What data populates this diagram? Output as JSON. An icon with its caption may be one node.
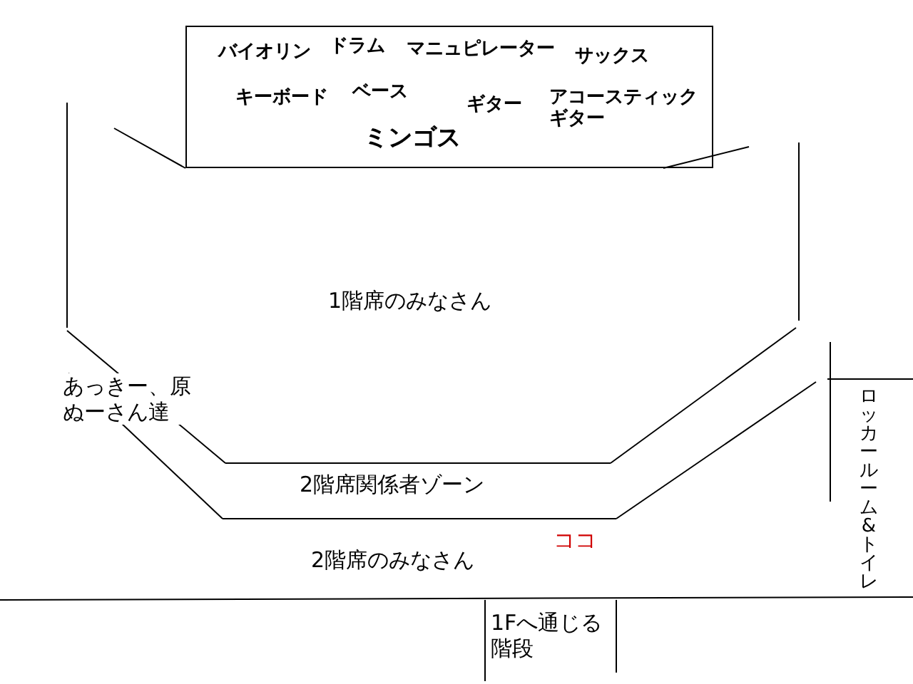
{
  "diagram": {
    "nodes": [
      {
        "text": [
          "バイオリン",
          "ドラム",
          "マニュピレーター",
          "サックス",
          "キーボード",
          "ベース",
          "ギター",
          "アコースティックギター",
          "ミンゴス"
        ]
      }
    ],
    "edges": [],
    "labels": [
      "1階席のみなさん",
      "あっきー、原ぬーさん達",
      "ロッカールーム&トイレ",
      "2階席関係者ゾーン",
      "ココ",
      "2階席のみなさん",
      "1Fへ通じる階段"
    ]
  }
}
